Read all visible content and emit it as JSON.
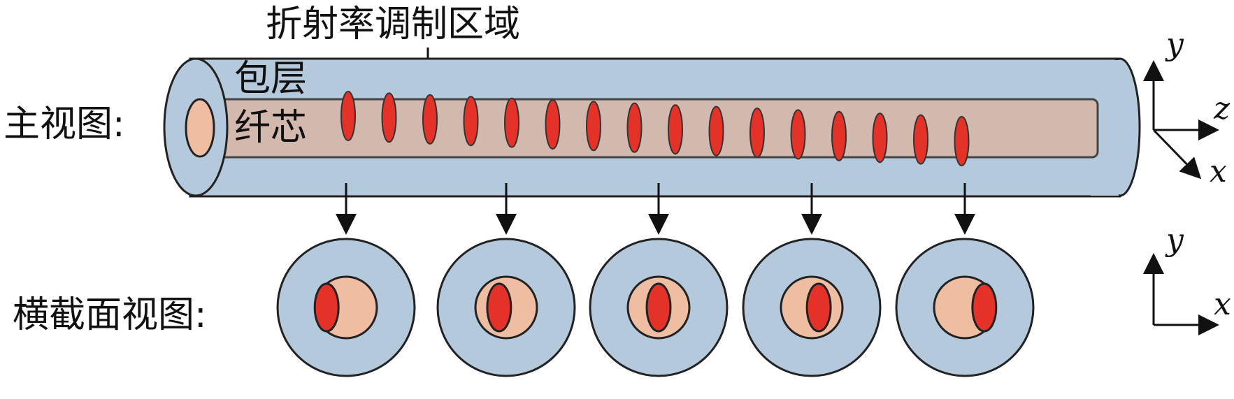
{
  "labels": {
    "region": "折射率调制区域",
    "cladding": "包层",
    "core": "纤芯",
    "main_view": "主视图:",
    "cross_view": "横截面视图:"
  },
  "axes_main": {
    "up": "y",
    "right": "z",
    "diag": "x"
  },
  "axes_cross": {
    "up": "y",
    "right": "x"
  },
  "colors": {
    "cladding": "#b5c9dc",
    "core": "#efbda1",
    "modulation": "#e53228",
    "outline": "#222222"
  },
  "cross_sections": [
    {
      "offset_fraction": -0.55
    },
    {
      "offset_fraction": -0.2
    },
    {
      "offset_fraction": 0.0
    },
    {
      "offset_fraction": 0.2
    },
    {
      "offset_fraction": 0.55
    }
  ]
}
